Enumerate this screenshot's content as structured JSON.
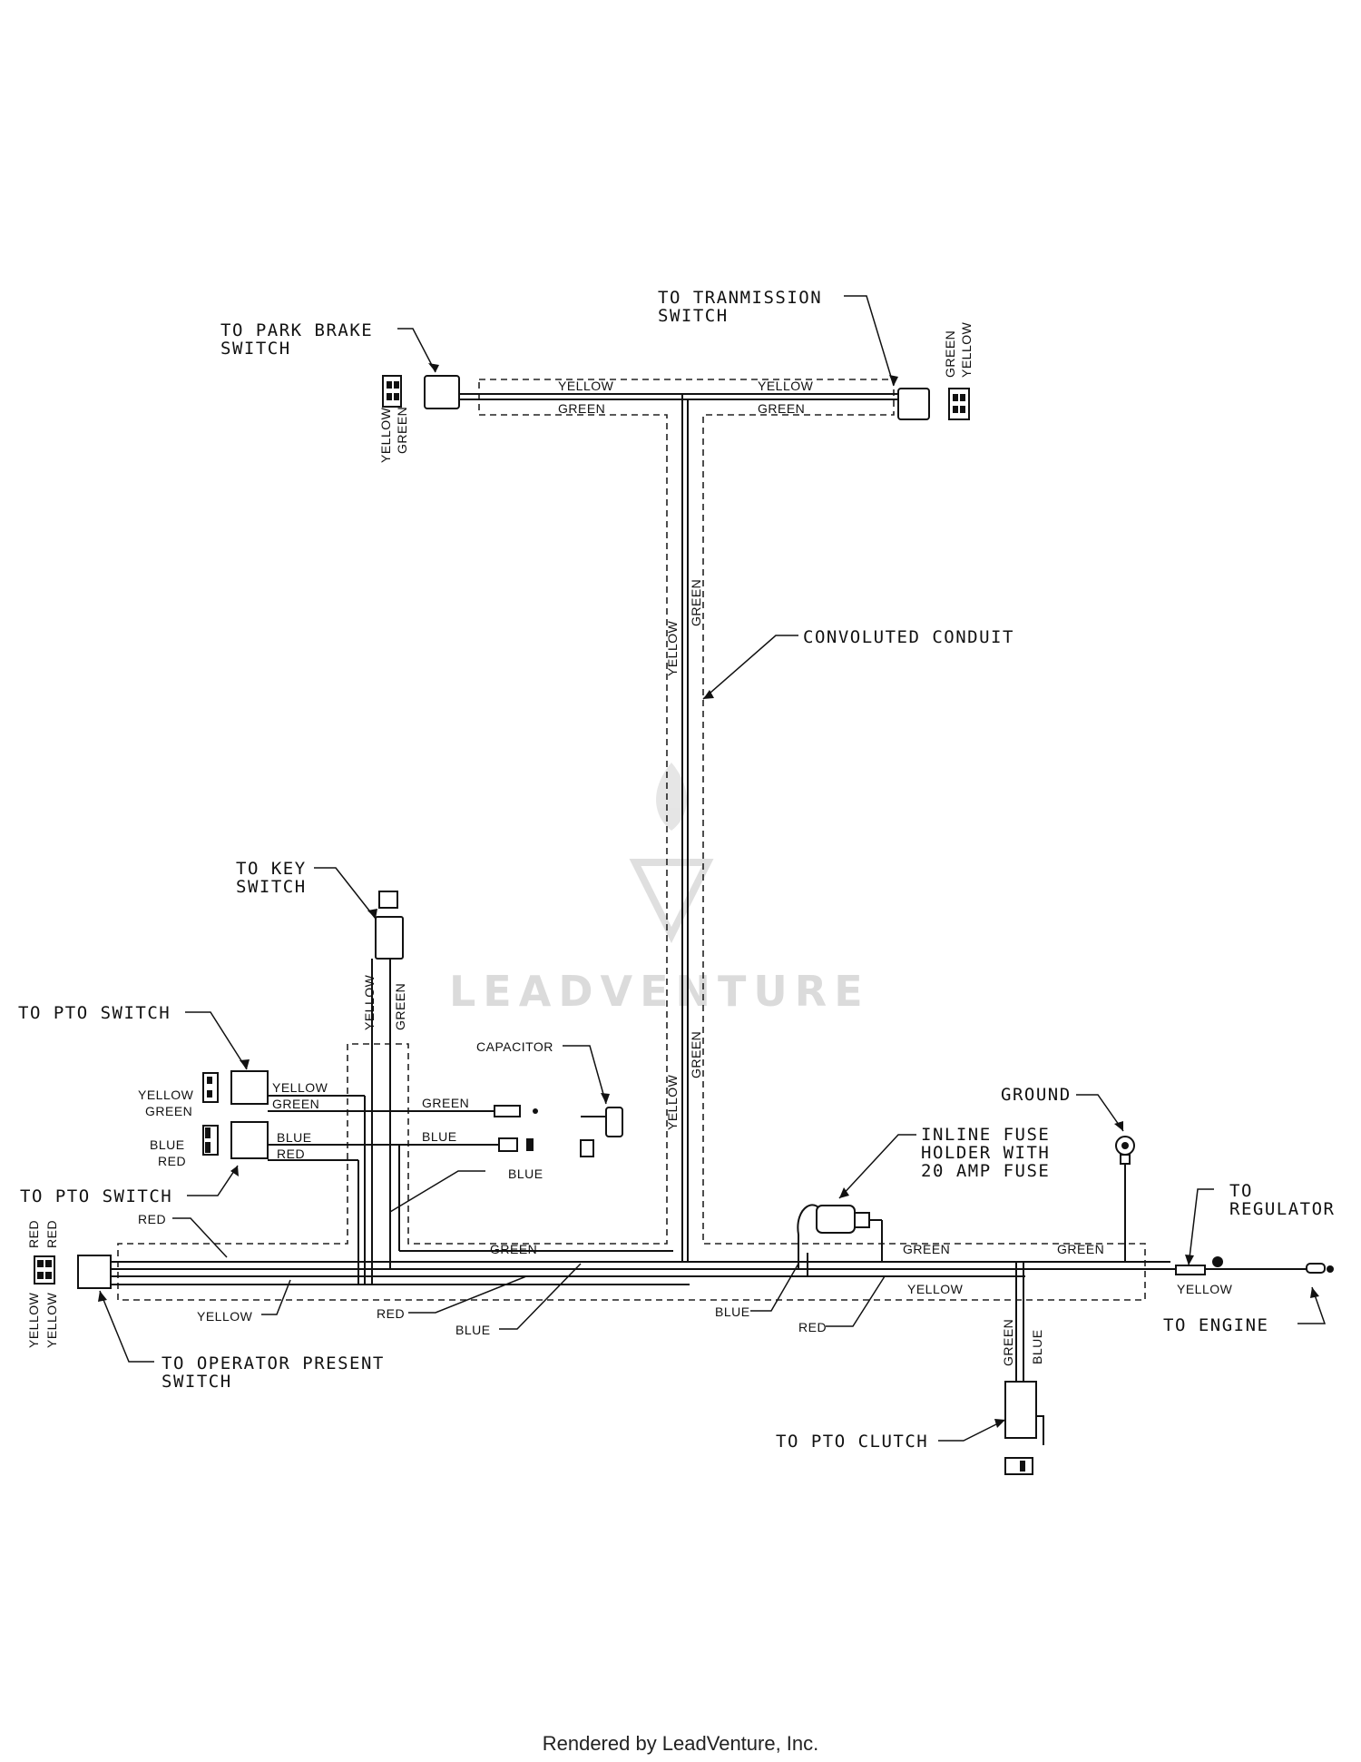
{
  "watermark": "LEADVENTURE",
  "footer": "Rendered by LeadVenture, Inc.",
  "callouts": {
    "park_brake": [
      "TO PARK BRAKE",
      "SWITCH"
    ],
    "transmission": [
      "TO TRANMISSION",
      "SWITCH"
    ],
    "conduit": "CONVOLUTED CONDUIT",
    "key_switch": [
      "TO KEY",
      "SWITCH"
    ],
    "pto_switch_top": "TO PTO SWITCH",
    "pto_switch_bottom": "TO PTO SWITCH",
    "capacitor": "CAPACITOR",
    "ground": "GROUND",
    "inline_fuse": [
      "INLINE FUSE",
      "HOLDER WITH",
      "20 AMP FUSE"
    ],
    "regulator": [
      "TO",
      "REGULATOR"
    ],
    "engine": "TO ENGINE",
    "operator_present": [
      "TO OPERATOR PRESENT",
      "SWITCH"
    ],
    "pto_clutch": "TO PTO CLUTCH"
  },
  "wire_labels": {
    "top_yellow_left": "YELLOW",
    "top_green_left": "GREEN",
    "top_yellow_right": "YELLOW",
    "top_green_right": "GREEN",
    "trans_pins": [
      "GREEN",
      "YELLOW"
    ],
    "park_pins": [
      "YELLOW",
      "GREEN"
    ],
    "vert_yellow": "YELLOW",
    "vert_green": "GREEN",
    "vert_yellow_low": "YELLOW",
    "vert_green_low": "GREEN",
    "key_yellow": "YELLOW",
    "key_green": "GREEN",
    "pto_yellow": "YELLOW",
    "pto_green": "GREEN",
    "pto_blue": "BLUE",
    "pto_red": "RED",
    "pto_pin_yellow": "YELLOW",
    "pto_pin_green": "GREEN",
    "pto_pin_blue": "BLUE",
    "pto_pin_red": "RED",
    "cap_green": "GREEN",
    "cap_blue": "BLUE",
    "blue_mid": "BLUE",
    "green_main": "GREEN",
    "green_right1": "GREEN",
    "green_right2": "GREEN",
    "yellow_main": "YELLOW",
    "yellow_reg": "YELLOW",
    "red_left": "RED",
    "yellow_left": "YELLOW",
    "red_mid": "RED",
    "blue_low": "BLUE",
    "blue_fuse": "BLUE",
    "red_fuse": "RED",
    "op_pins_top": [
      "RED",
      "RED"
    ],
    "op_pins_bottom": [
      "YELLOW",
      "YELLOW"
    ],
    "clutch_green": "GREEN",
    "clutch_blue": "BLUE"
  }
}
